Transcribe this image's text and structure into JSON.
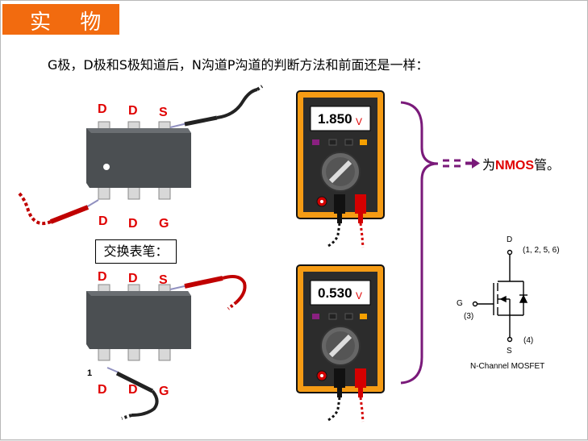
{
  "title": "实  物",
  "subtitle": "G极，D极和S极知道后，N沟道P沟道的判断方法和前面还是一样：",
  "chip_top": {
    "top_pins": [
      "D",
      "D",
      "S"
    ],
    "bottom_pins": [
      "D",
      "D",
      "G"
    ]
  },
  "swap_label": "交换表笔：",
  "chip_bottom": {
    "top_pins": [
      "D",
      "D",
      "S"
    ],
    "bottom_pins": [
      "D",
      "D",
      "G"
    ],
    "pin1_mark": "1"
  },
  "meter_top": {
    "reading": "1.850",
    "unit": "V"
  },
  "meter_bottom": {
    "reading": "0.530",
    "unit": "V"
  },
  "result": {
    "prefix": "为",
    "highlight": "NMOS",
    "suffix": "管。"
  },
  "schematic": {
    "d_label": "D",
    "d_pins": "(1, 2, 5, 6)",
    "g_label": "G",
    "g_pin": "(3)",
    "s_label": "S",
    "s_pin": "(4)",
    "caption": "N-Channel MOSFET"
  },
  "colors": {
    "title_bar": "#f26b0f",
    "meter_body": "#f59b14",
    "probe_red": "#d40000",
    "brace": "#7a1a7a",
    "highlight": "#e00000"
  }
}
